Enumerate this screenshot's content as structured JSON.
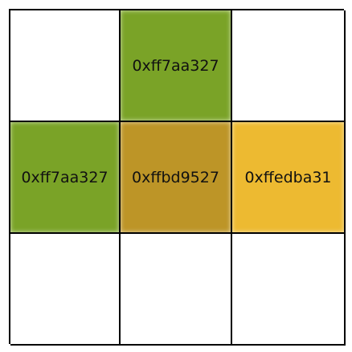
{
  "grid": {
    "rows": 3,
    "cols": 3,
    "cells": [
      {
        "label": "",
        "color": ""
      },
      {
        "label": "0xff7aa327",
        "color": "#7aa327"
      },
      {
        "label": "",
        "color": ""
      },
      {
        "label": "0xff7aa327",
        "color": "#7aa327"
      },
      {
        "label": "0xffbd9527",
        "color": "#bd9527"
      },
      {
        "label": "0xffedba31",
        "color": "#edba31"
      },
      {
        "label": "",
        "color": ""
      },
      {
        "label": "",
        "color": ""
      },
      {
        "label": "",
        "color": ""
      }
    ]
  }
}
